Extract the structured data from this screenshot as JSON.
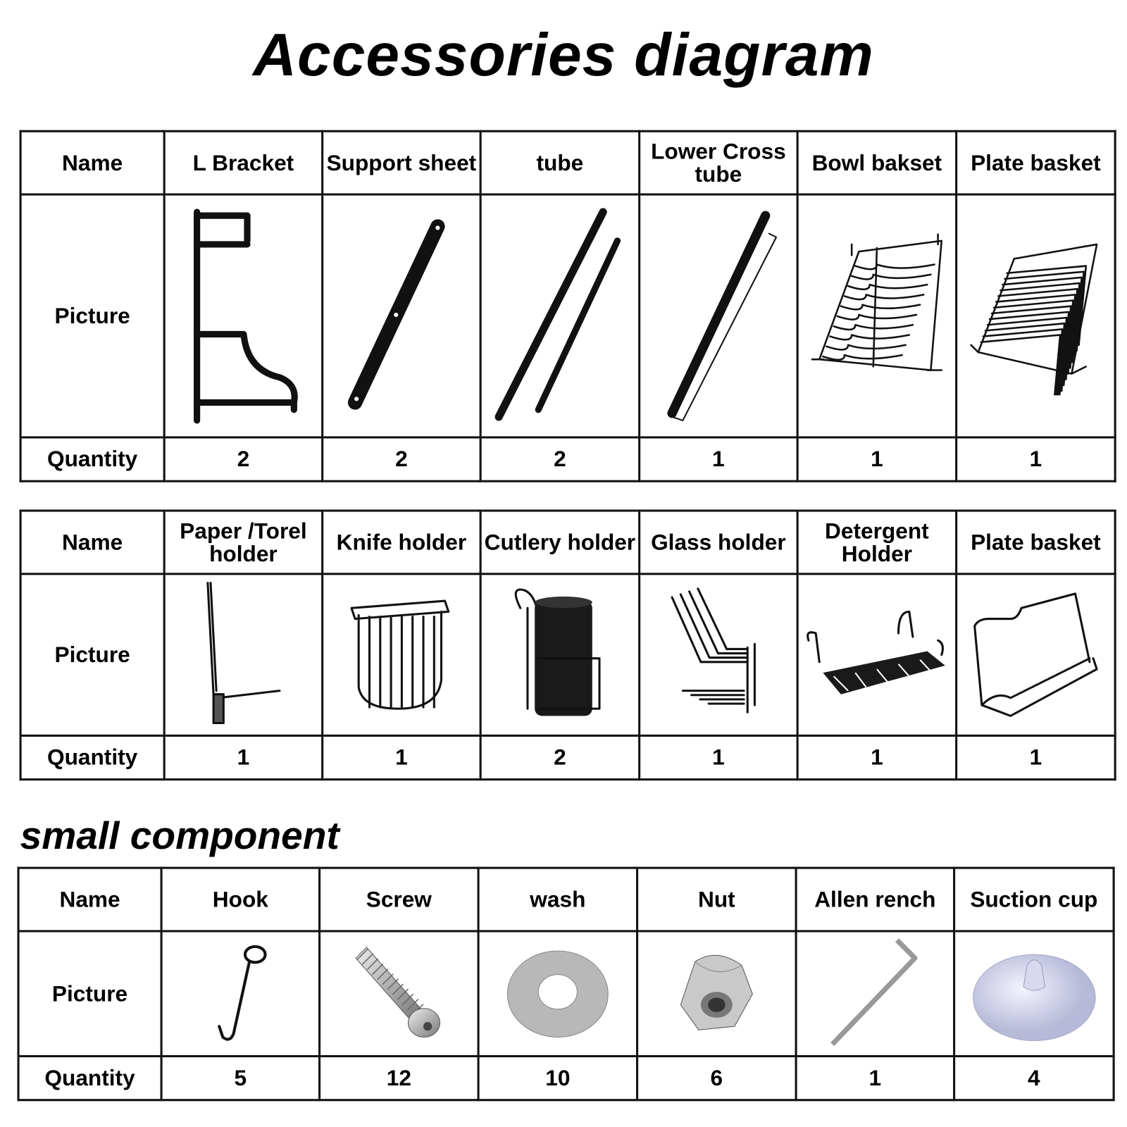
{
  "title": "Accessories diagram",
  "row_labels": {
    "name": "Name",
    "picture": "Picture",
    "quantity": "Quantity"
  },
  "tables": [
    {
      "items": [
        {
          "name": "L Bracket",
          "icon": "l-bracket-icon",
          "quantity": "2"
        },
        {
          "name": "Support sheet",
          "icon": "support-sheet-icon",
          "quantity": "2"
        },
        {
          "name": "tube",
          "icon": "tube-icon",
          "quantity": "2"
        },
        {
          "name": "Lower Cross tube",
          "icon": "lower-cross-tube-icon",
          "quantity": "1"
        },
        {
          "name": "Bowl bakset",
          "icon": "bowl-basket-icon",
          "quantity": "1"
        },
        {
          "name": "Plate basket",
          "icon": "plate-basket-icon",
          "quantity": "1"
        }
      ]
    },
    {
      "items": [
        {
          "name": "Paper /Torel holder",
          "icon": "paper-towel-holder-icon",
          "quantity": "1"
        },
        {
          "name": "Knife holder",
          "icon": "knife-holder-icon",
          "quantity": "1"
        },
        {
          "name": "Cutlery holder",
          "icon": "cutlery-holder-icon",
          "quantity": "2"
        },
        {
          "name": "Glass holder",
          "icon": "glass-holder-icon",
          "quantity": "1"
        },
        {
          "name": "Detergent Holder",
          "icon": "detergent-holder-icon",
          "quantity": "1"
        },
        {
          "name": "Plate basket",
          "icon": "plate-holder-icon",
          "quantity": "1"
        }
      ]
    },
    {
      "heading": "small component",
      "items": [
        {
          "name": "Hook",
          "icon": "hook-icon",
          "quantity": "5"
        },
        {
          "name": "Screw",
          "icon": "screw-icon",
          "quantity": "12"
        },
        {
          "name": "wash",
          "icon": "washer-icon",
          "quantity": "10"
        },
        {
          "name": "Nut",
          "icon": "nut-icon",
          "quantity": "6"
        },
        {
          "name": "Allen rench",
          "icon": "allen-wrench-icon",
          "quantity": "1"
        },
        {
          "name": "Suction cup",
          "icon": "suction-cup-icon",
          "quantity": "4"
        }
      ]
    }
  ]
}
